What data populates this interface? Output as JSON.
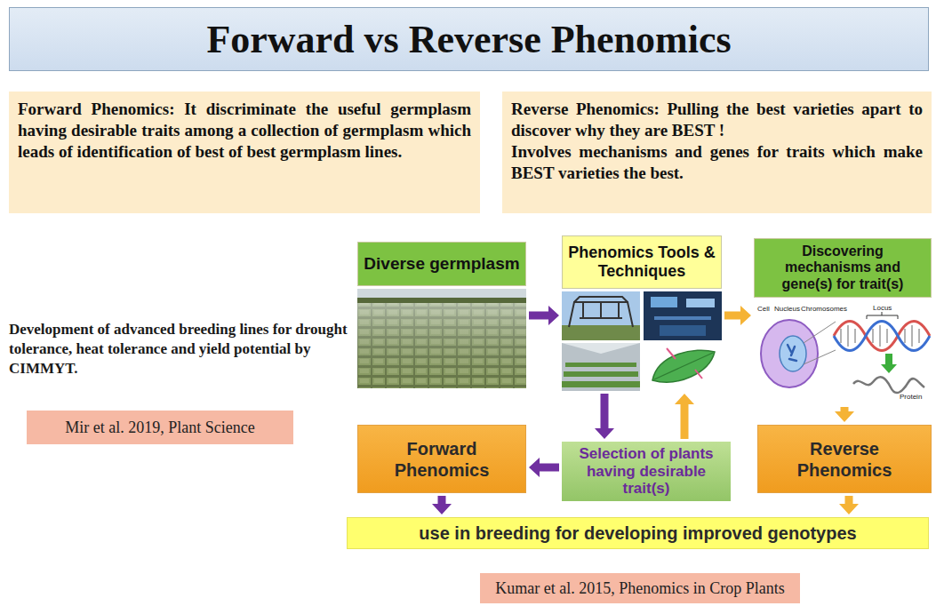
{
  "diagram": {
    "title": "Forward vs Reverse Phenomics",
    "nodes": [
      {
        "text": [
          "Forward Phenomics: It discriminate the useful germplasm having desirable traits among a collection of germplasm which leads of identification of best of best germplasm lines."
        ]
      },
      {
        "text": [
          "Reverse Phenomics: Pulling the best varieties apart to discover why they are BEST !",
          "Involves mechanisms and genes for traits which make BEST varieties the best."
        ]
      },
      {
        "text": [
          "Diverse germplasm"
        ]
      },
      {
        "text": [
          "Phenomics Tools & Techniques"
        ]
      },
      {
        "text": [
          "Discovering mechanisms and gene(s) for trait(s)"
        ]
      },
      {
        "text": [
          "Mir et al. 2019, Plant Science"
        ]
      },
      {
        "text": [
          "Forward Phenomics"
        ]
      },
      {
        "text": [
          "Selection of plants having desirable trait(s)"
        ]
      },
      {
        "text": [
          "Reverse Phenomics"
        ]
      },
      {
        "text": [
          "use in breeding for developing improved genotypes"
        ]
      },
      {
        "text": [
          "Kumar et al. 2015, Phenomics in Crop Plants"
        ]
      }
    ],
    "edges": [
      {
        "from": 2,
        "to": 3,
        "arrow": "to"
      },
      {
        "from": 3,
        "to": 4,
        "arrow": "to"
      },
      {
        "from": 3,
        "to": 7,
        "arrow": "to"
      },
      {
        "from": 7,
        "to": 3,
        "arrow": "to"
      },
      {
        "from": 4,
        "to": 8,
        "arrow": "to"
      },
      {
        "from": 7,
        "to": 6,
        "arrow": "to"
      },
      {
        "from": 6,
        "to": 9,
        "arrow": "to"
      },
      {
        "from": 8,
        "to": 9,
        "arrow": "to"
      }
    ],
    "labels": [
      "Development of advanced breeding lines for drought tolerance, heat tolerance and yield potential by CIMMYT.",
      "Cell",
      "Nucleus",
      "Chromosomes",
      "Locus",
      "Protein"
    ]
  }
}
